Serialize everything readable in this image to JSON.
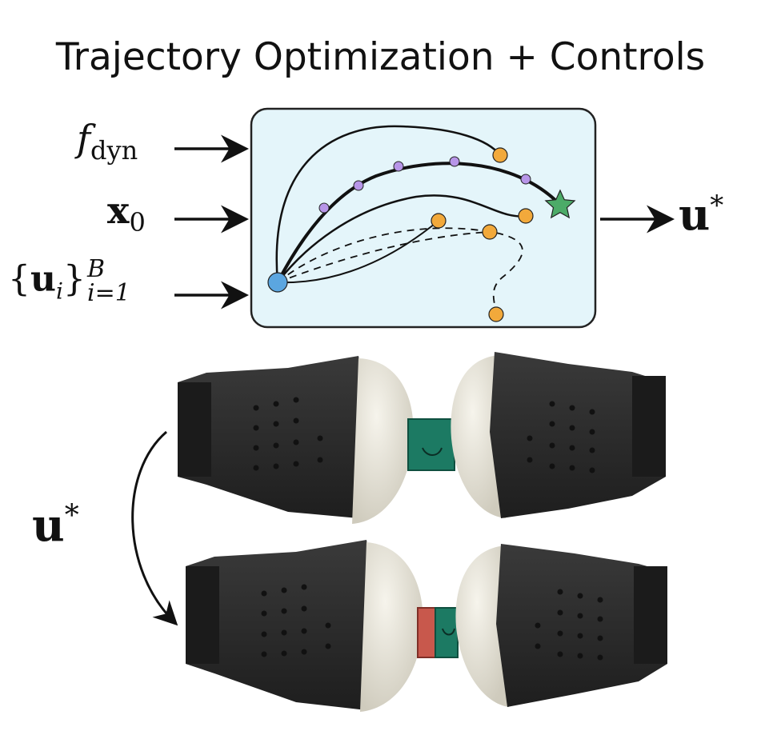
{
  "title": "Trajectory Optimization + Controls",
  "inputs": {
    "f_dyn": {
      "base": "f",
      "sub": "dyn"
    },
    "x0": {
      "base": "x",
      "sub": "0"
    },
    "u_set": {
      "open": "{",
      "base": "u",
      "sub_i": "i",
      "close": "}",
      "sup": "B",
      "sub": "i=1"
    }
  },
  "output": {
    "base": "u",
    "sup": "*"
  },
  "transition_label": {
    "base": "u",
    "sup": "*"
  },
  "colors": {
    "box_fill": "#e4f5fa",
    "start": "#5ba6e0",
    "goal": "#4cab68",
    "waypoint": "#b795e8",
    "endpoint": "#f2a93b",
    "gripper": "#262626",
    "finger": "#ebe8dc",
    "object_top": "#1c7a63",
    "object_bottom_left": "#c8584c",
    "object_bottom_right": "#1c7a63"
  }
}
